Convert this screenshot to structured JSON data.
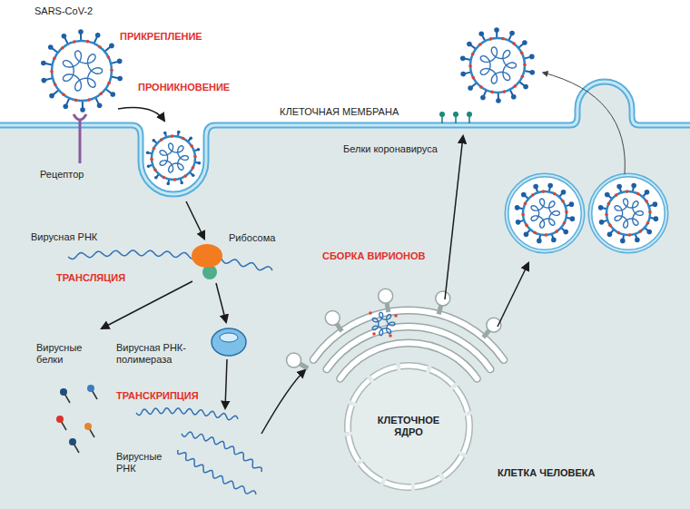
{
  "diagram": {
    "nodes": [
      {
        "text": [
          "КЛЕТКА ЧЕЛОВЕКА"
        ]
      },
      {
        "text": [
          "КЛЕТОЧНОЕ ЯДРО"
        ],
        "in": 0
      }
    ],
    "labels": [
      "SARS-CoV-2",
      "ПРИКРЕПЛЕНИЕ",
      "ПРОНИКНОВЕНИЕ",
      "КЛЕТОЧНАЯ МЕМБРАНА",
      "Рецептор",
      "Белки коронавируса",
      "Вирусная РНК",
      "Рибосома",
      "ТРАНСЛЯЦИЯ",
      "СБОРКА ВИРИОНОВ",
      "Вирусные белки",
      "Вирусная РНК-полимераза",
      "ТРАНСКРИПЦИЯ",
      "Вирусные РНК"
    ]
  }
}
